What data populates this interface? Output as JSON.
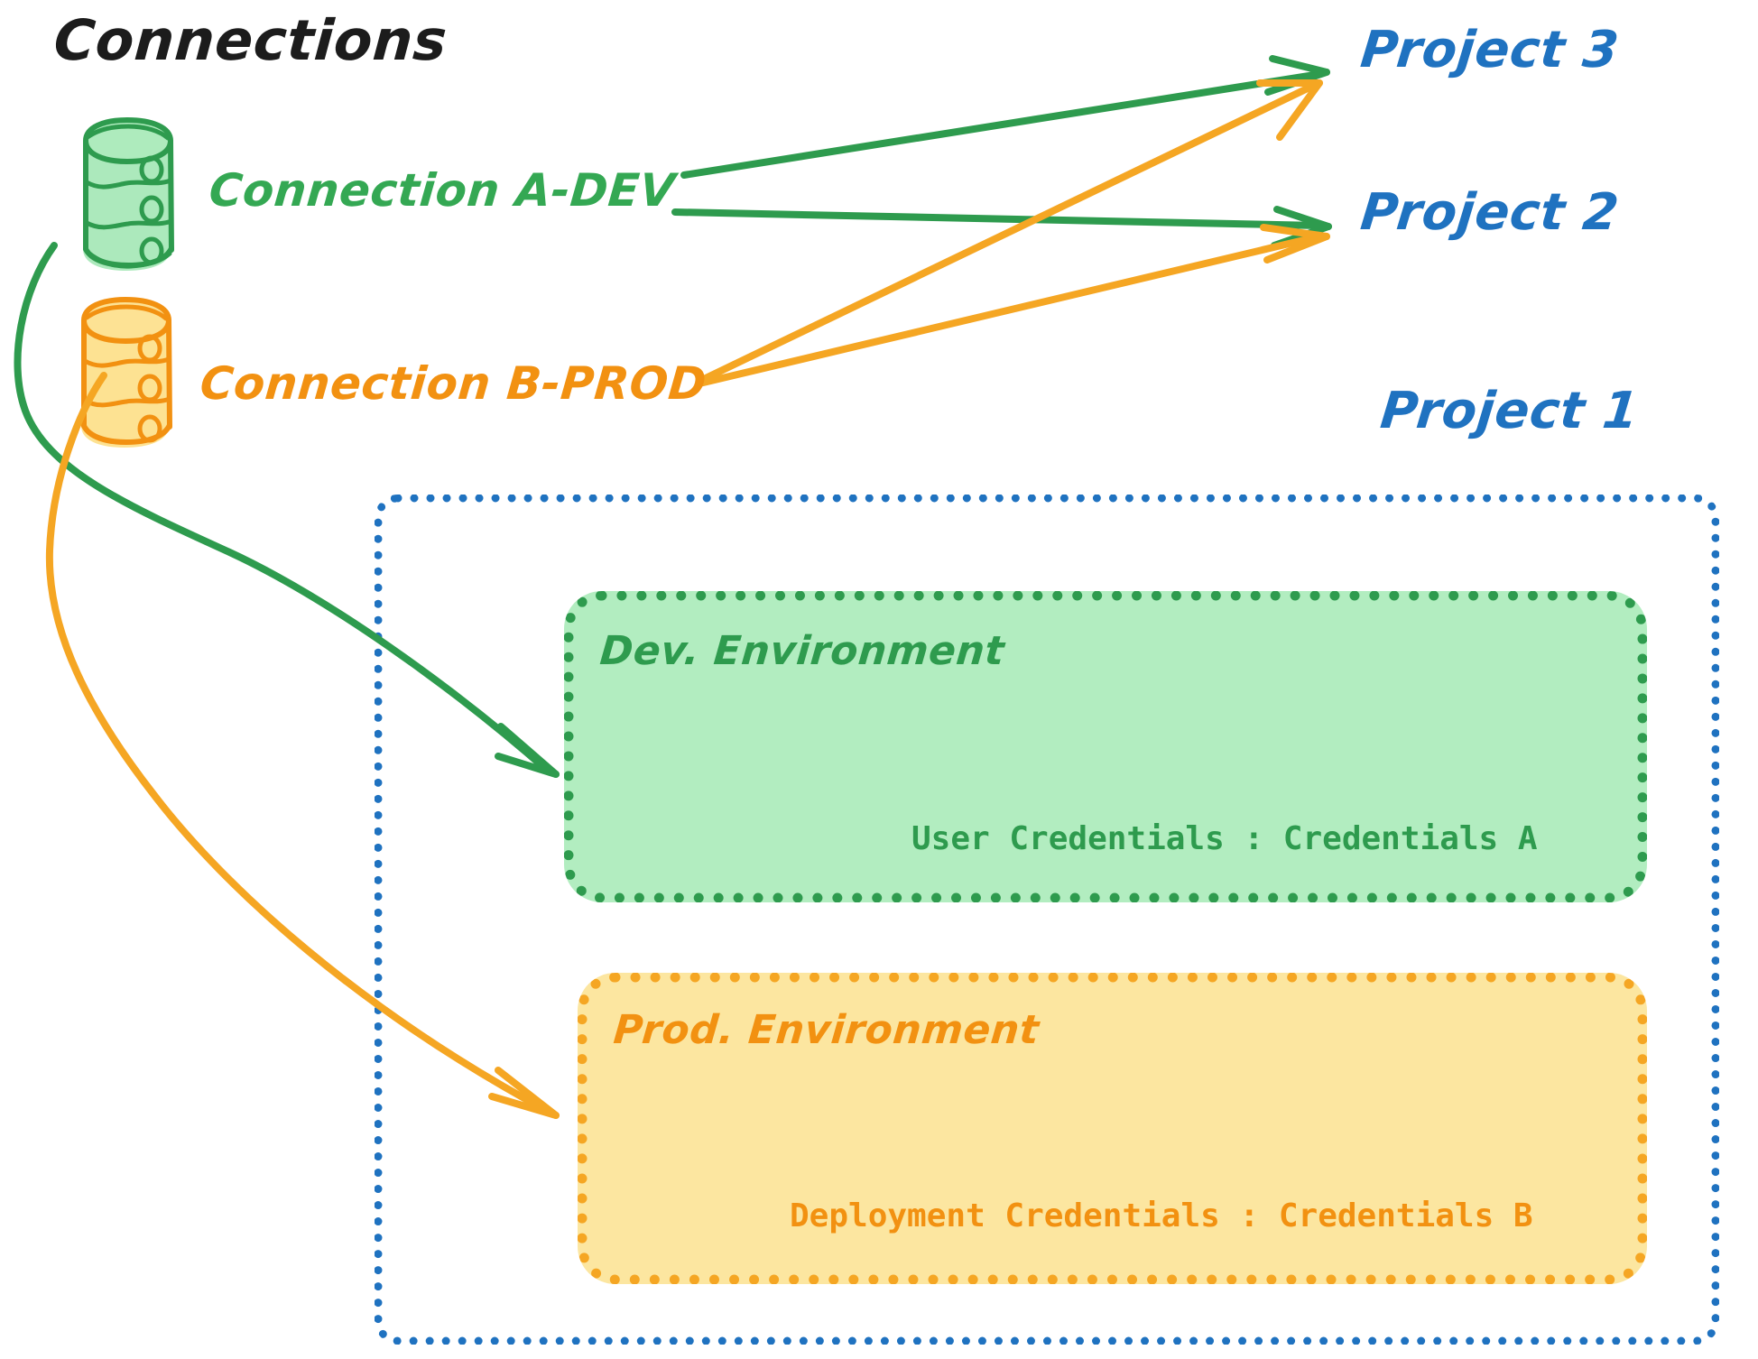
{
  "diagram": {
    "title": "Connections",
    "title_color": "#1c1c1c",
    "background": "#ffffff"
  },
  "colors": {
    "green_stroke": "#2E9B4E",
    "green_text": "#34A853",
    "green_fill": "#B2EDC0",
    "orange_stroke": "#F29111",
    "orange_dot": "#F5A623",
    "orange_fill": "#FCE6A0",
    "blue": "#1F72C0",
    "black": "#1c1c1c"
  },
  "connections": [
    {
      "id": "connection-a-dev",
      "label": "Connection A-DEV",
      "icon": "database-cylinder-icon",
      "color": "#34A853"
    },
    {
      "id": "connection-b-prod",
      "label": "Connection B-PROD",
      "icon": "database-cylinder-icon",
      "color": "#F29111"
    }
  ],
  "projects": [
    {
      "id": "project-3",
      "label": "Project 3",
      "color": "#1F72C0"
    },
    {
      "id": "project-2",
      "label": "Project 2",
      "color": "#1F72C0"
    },
    {
      "id": "project-1",
      "label": "Project 1",
      "color": "#1F72C0"
    }
  ],
  "project1": {
    "label": "Project 1",
    "border_color": "#1F72C0",
    "environments": [
      {
        "id": "dev-environment",
        "title": "Dev. Environment",
        "credentials_label": "User Credentials : Credentials A",
        "fill": "#B2EDC0",
        "border": "#2E9B4E"
      },
      {
        "id": "prod-environment",
        "title": "Prod. Environment",
        "credentials_label": "Deployment Credentials : Credentials B",
        "fill": "#FCE6A0",
        "border": "#F5A623"
      }
    ]
  },
  "edges": [
    {
      "id": "edge-a-dev-to-project-3",
      "from": "connection-a-dev",
      "to": "project-3",
      "color": "#2E9B4E",
      "style": "straight-arrow"
    },
    {
      "id": "edge-a-dev-to-project-2",
      "from": "connection-a-dev",
      "to": "project-2",
      "color": "#2E9B4E",
      "style": "straight-arrow"
    },
    {
      "id": "edge-b-prod-to-project-3",
      "from": "connection-b-prod",
      "to": "project-3",
      "color": "#F5A623",
      "style": "straight-arrow"
    },
    {
      "id": "edge-b-prod-to-project-2",
      "from": "connection-b-prod",
      "to": "project-2",
      "color": "#F5A623",
      "style": "straight-arrow"
    },
    {
      "id": "edge-a-dev-to-dev-environment",
      "from": "connection-a-dev",
      "to": "dev-environment",
      "color": "#2E9B4E",
      "style": "curved-arrow"
    },
    {
      "id": "edge-b-prod-to-prod-environment",
      "from": "connection-b-prod",
      "to": "prod-environment",
      "color": "#F5A623",
      "style": "curved-arrow"
    }
  ]
}
